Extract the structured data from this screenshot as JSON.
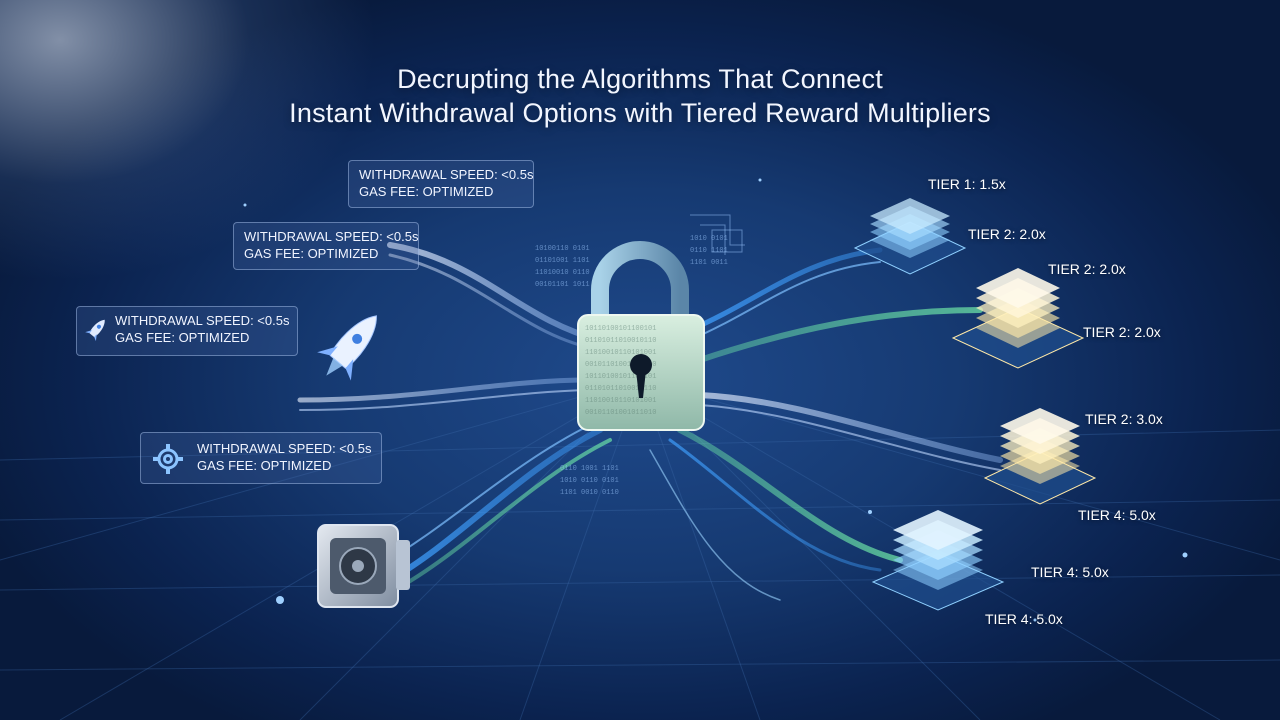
{
  "title": {
    "line1": "Decrupting the Algorithms That Connect",
    "line2": "Instant Withdrawal Options with Tiered Reward Multipliers"
  },
  "info_boxes": [
    {
      "speed": "WITHDRAWAL SPEED: <0.5s",
      "fee": "GAS FEE: OPTIMIZED"
    },
    {
      "speed": "WITHDRAWAL SPEED: <0.5s",
      "fee": "GAS FEE: OPTIMIZED"
    },
    {
      "speed": "WITHDRAWAL SPEED: <0.5s",
      "fee": "GAS FEE: OPTIMIZED",
      "icon": "rocket-icon"
    },
    {
      "speed": "WITHDRAWAL SPEED: <0.5s",
      "fee": "GAS FEE: OPTIMIZED",
      "icon": "gear-icon"
    }
  ],
  "tiers": [
    "TIER 1: 1.5x",
    "TIER 2: 2.0x",
    "TIER 2: 2.0x",
    "TIER 2: 2.0x",
    "TIER 2: 3.0x",
    "TIER 4: 5.0x",
    "TIER 4: 5.0x",
    "TIER 4: 5.0x"
  ],
  "icons": [
    "padlock-icon",
    "rocket-icon",
    "gear-icon",
    "vault-icon",
    "layer-stack-icon"
  ],
  "colors": {
    "background": "#163a72",
    "stream_blue": "#3fa0ff",
    "stream_green": "#6ee7a8",
    "stream_white": "#e8f0ff",
    "stack_blue": "#8fd0ff",
    "stack_gold": "#ffe9a8"
  }
}
